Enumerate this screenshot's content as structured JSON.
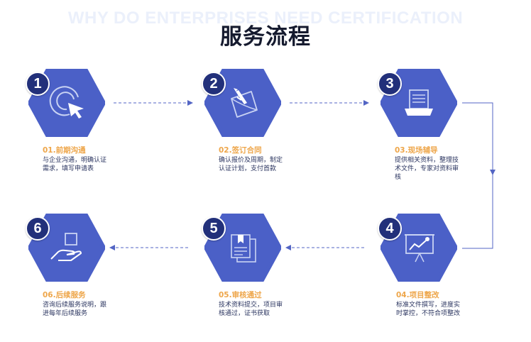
{
  "header": {
    "bg_title": "WHY DO ENTERPRISES NEED CERTIFICATION",
    "title": "服务流程"
  },
  "colors": {
    "hex": "#4b60c7",
    "number_badge": "#22307a",
    "label": "#eea64a",
    "connector": "#5365c4",
    "desc": "#2b3560"
  },
  "steps": [
    {
      "number": "1",
      "label": "01.前期沟通",
      "desc": "与企业沟通，明确认证需求，填写申请表",
      "icon": "cursor-click-icon"
    },
    {
      "number": "2",
      "label": "02.签订合同",
      "desc": "确认报价及周期，制定认证计划，支付首款",
      "icon": "contract-sign-icon"
    },
    {
      "number": "3",
      "label": "03.现场辅导",
      "desc": "提供相关资料，整理技术文件，专家对资料审核",
      "icon": "document-tray-icon"
    },
    {
      "number": "4",
      "label": "04.项目整改",
      "desc": "标准文件撰写，进度实时掌控，不符合项整改",
      "icon": "presentation-chart-icon"
    },
    {
      "number": "5",
      "label": "05.审核通过",
      "desc": "技术资料提交，项目审核通过，证书获取",
      "icon": "document-stack-icon"
    },
    {
      "number": "6",
      "label": "06.后续服务",
      "desc": "咨询后续服务说明，跟进每年后续服务",
      "icon": "hand-box-icon"
    }
  ]
}
